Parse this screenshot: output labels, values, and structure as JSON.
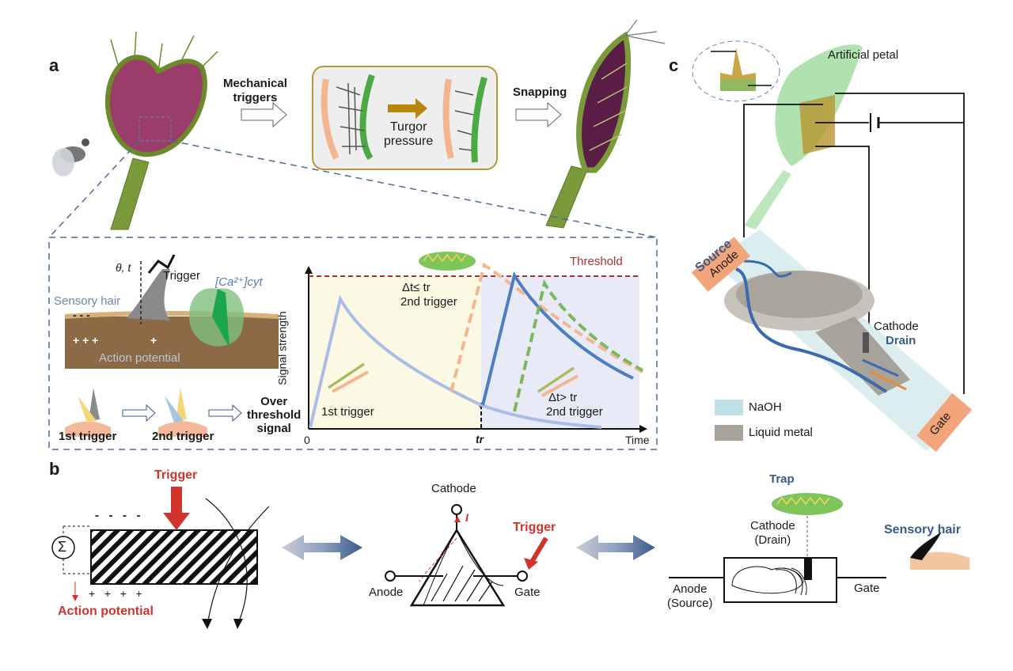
{
  "panel_a": {
    "letter": "a",
    "mechanical_triggers": "Mechanical\ntriggers",
    "turgor_pressure": "Turgor\npressure",
    "snapping": "Snapping",
    "inset": {
      "theta_t": "θ, t",
      "trigger": "Trigger",
      "calcium": "[Ca²⁺]cyt",
      "sensory_hair": "Sensory hair",
      "action_potential": "Action potential",
      "minus_signs": "-  -  -",
      "plus_signs": "+  +  +",
      "plus_single": "+",
      "first_trigger": "1st trigger",
      "second_trigger": "2nd trigger",
      "over_threshold": "Over\nthreshold\nsignal"
    },
    "graph": {
      "ylabel": "Signal strength",
      "xlabel": "Time",
      "origin": "0",
      "tr": "tr",
      "threshold": "Threshold",
      "dt_le": "Δt≤ tr",
      "dt_le_sub": "2nd trigger",
      "dt_gt": "Δt> tr",
      "dt_gt_sub": "2nd trigger",
      "first_trigger": "1st trigger"
    }
  },
  "panel_b": {
    "letter": "b",
    "trigger": "Trigger",
    "minus_signs": "-   -   -   -",
    "plus_signs": "+   +   +   +",
    "action_potential": "Action potential",
    "sigma": "Σ",
    "cathode": "Cathode",
    "current": "I",
    "anode": "Anode",
    "gate": "Gate",
    "trigger2": "Trigger",
    "trap": "Trap",
    "cathode_drain": "Cathode\n(Drain)",
    "sensory_hair": "Sensory hair",
    "anode_source": "Anode\n(Source)",
    "gate2": "Gate"
  },
  "panel_c": {
    "letter": "c",
    "artificial_petal": "Artificial petal",
    "source": "Source",
    "anode": "Anode",
    "cathode": "Cathode",
    "drain": "Drain",
    "gate": "Gate",
    "legend": [
      {
        "label": "NaOH",
        "color": "#bfe0e6"
      },
      {
        "label": "Liquid metal",
        "color": "#a8a39a"
      }
    ]
  },
  "colors": {
    "red": "#c8302b",
    "blue": "#3a5a8c",
    "orange": "#f4a77a",
    "green": "#4caf50",
    "threshold": "#a83232"
  }
}
